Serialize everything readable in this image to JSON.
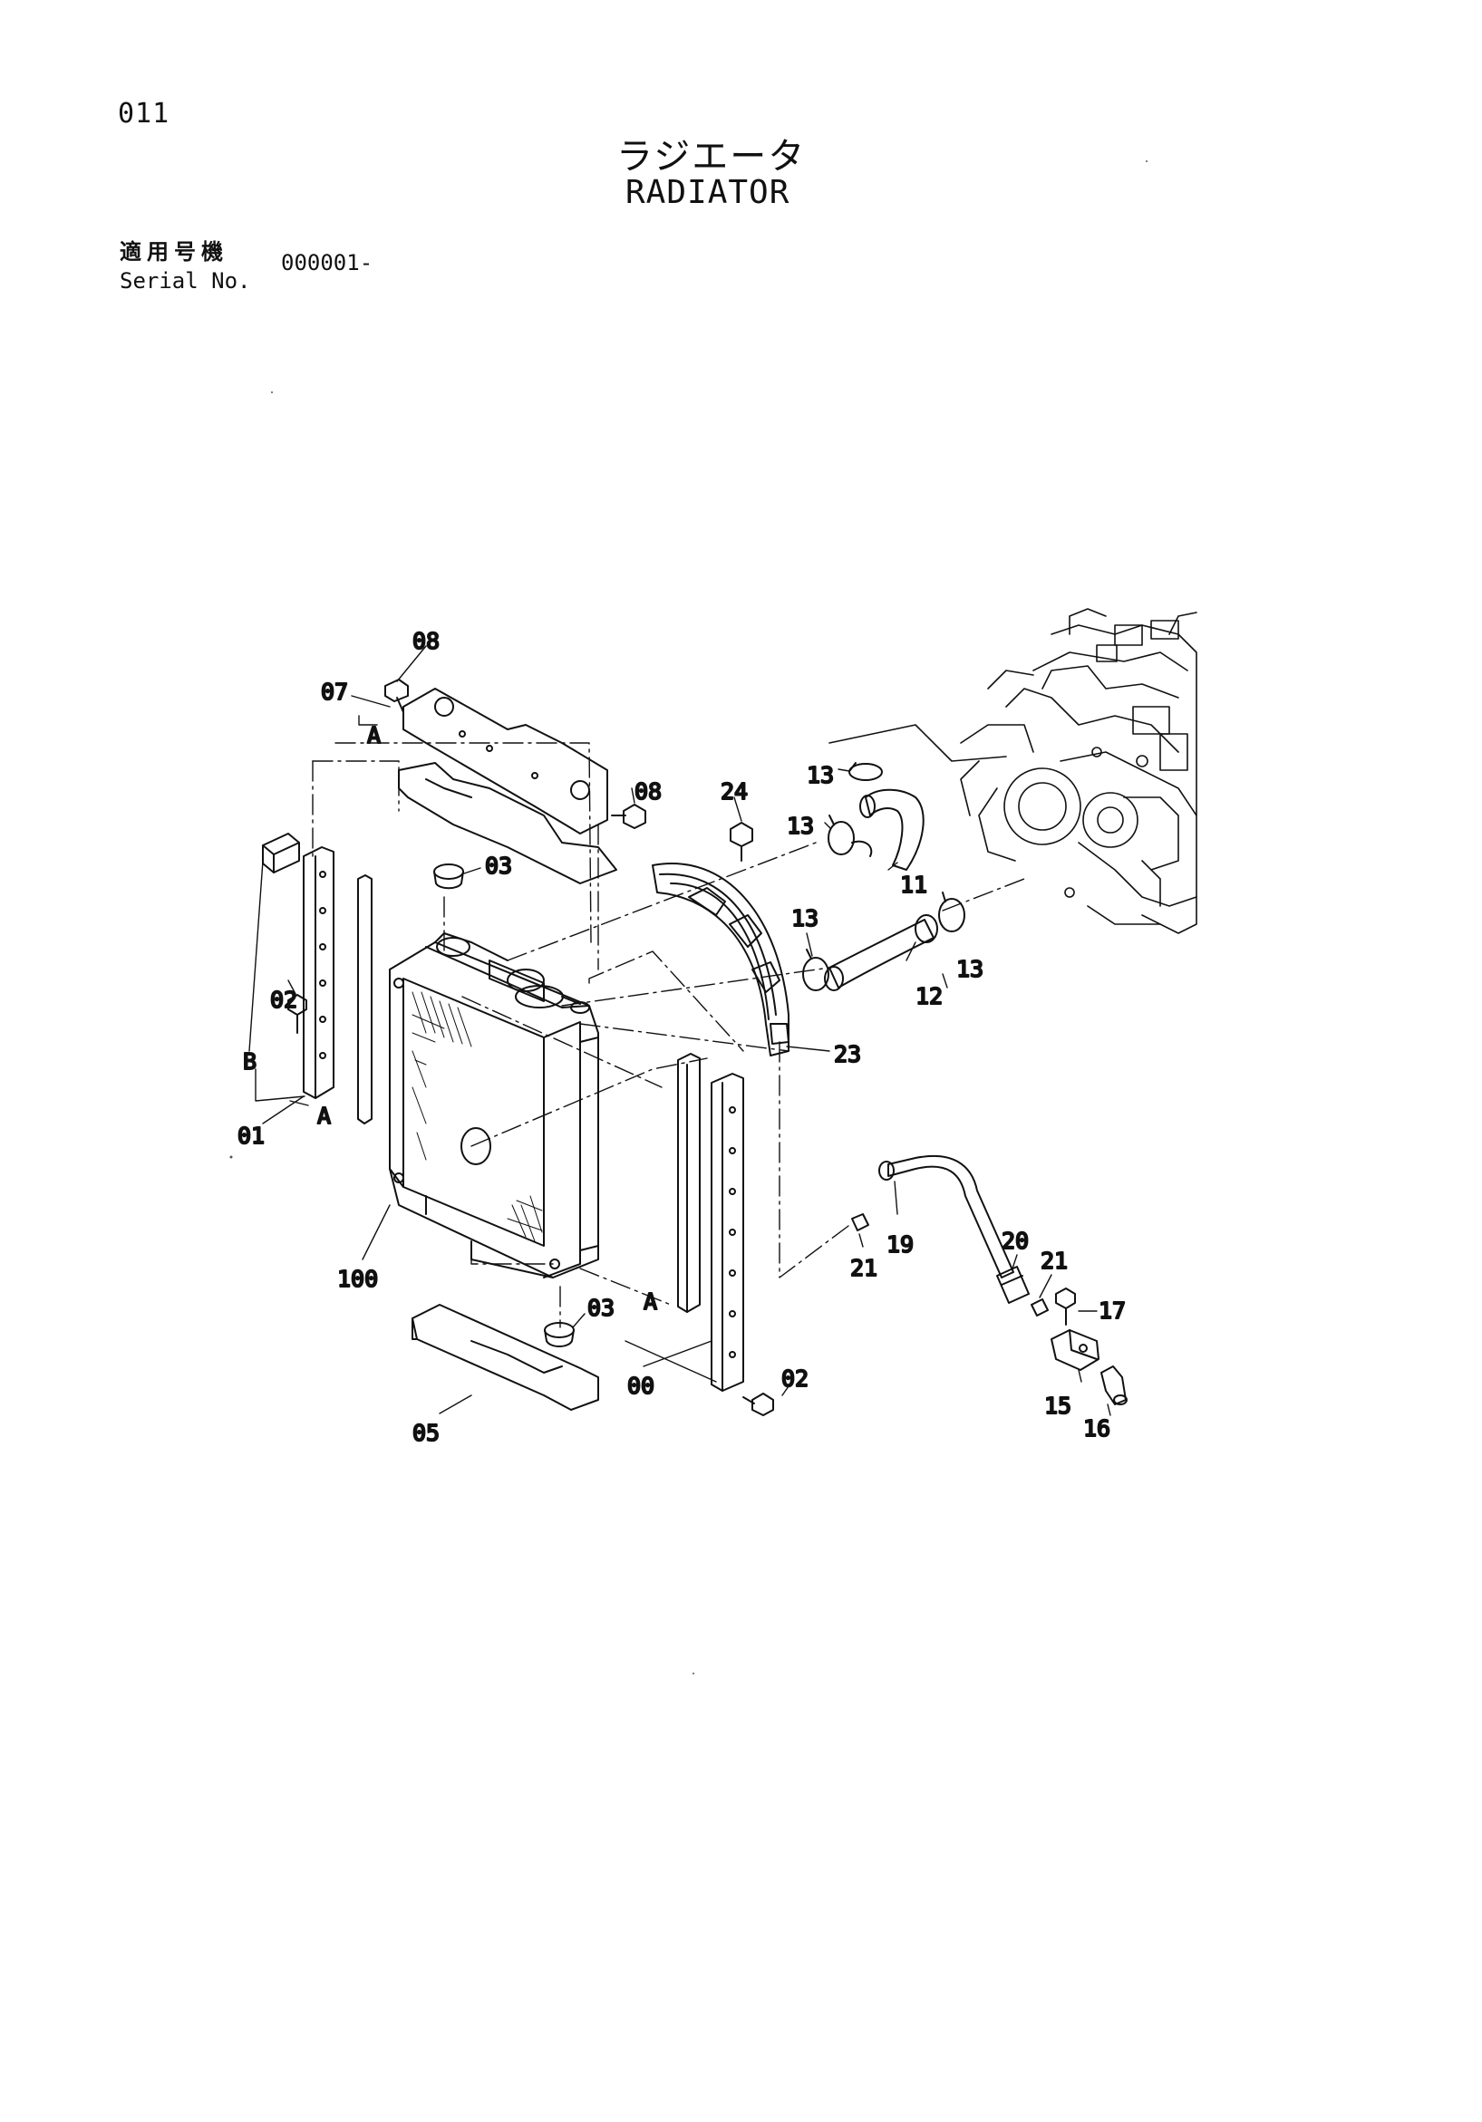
{
  "header": {
    "page_number": "011",
    "title_jp": "ラジエータ",
    "title_en": "RADIATOR",
    "serial_label_jp": "適用号機",
    "serial_label_en": "Serial No.",
    "serial_value": "000001-"
  },
  "diagram": {
    "callouts": {
      "c08a": "08",
      "c07": "07",
      "cA1": "A",
      "c08b": "08",
      "c24": "24",
      "c03a": "03",
      "c13a": "13",
      "c13b": "13",
      "c11": "11",
      "c13c": "13",
      "c12": "12",
      "c13d": "13",
      "c02a": "02",
      "cB": "B",
      "c01": "01",
      "cA2": "A",
      "c23": "23",
      "c100": "100",
      "c03b": "03",
      "cA3": "A",
      "c00": "00",
      "c05": "05",
      "c02b": "02",
      "c21a": "21",
      "c19": "19",
      "c20": "20",
      "c21b": "21",
      "c17": "17",
      "c15": "15",
      "c16": "16"
    }
  }
}
